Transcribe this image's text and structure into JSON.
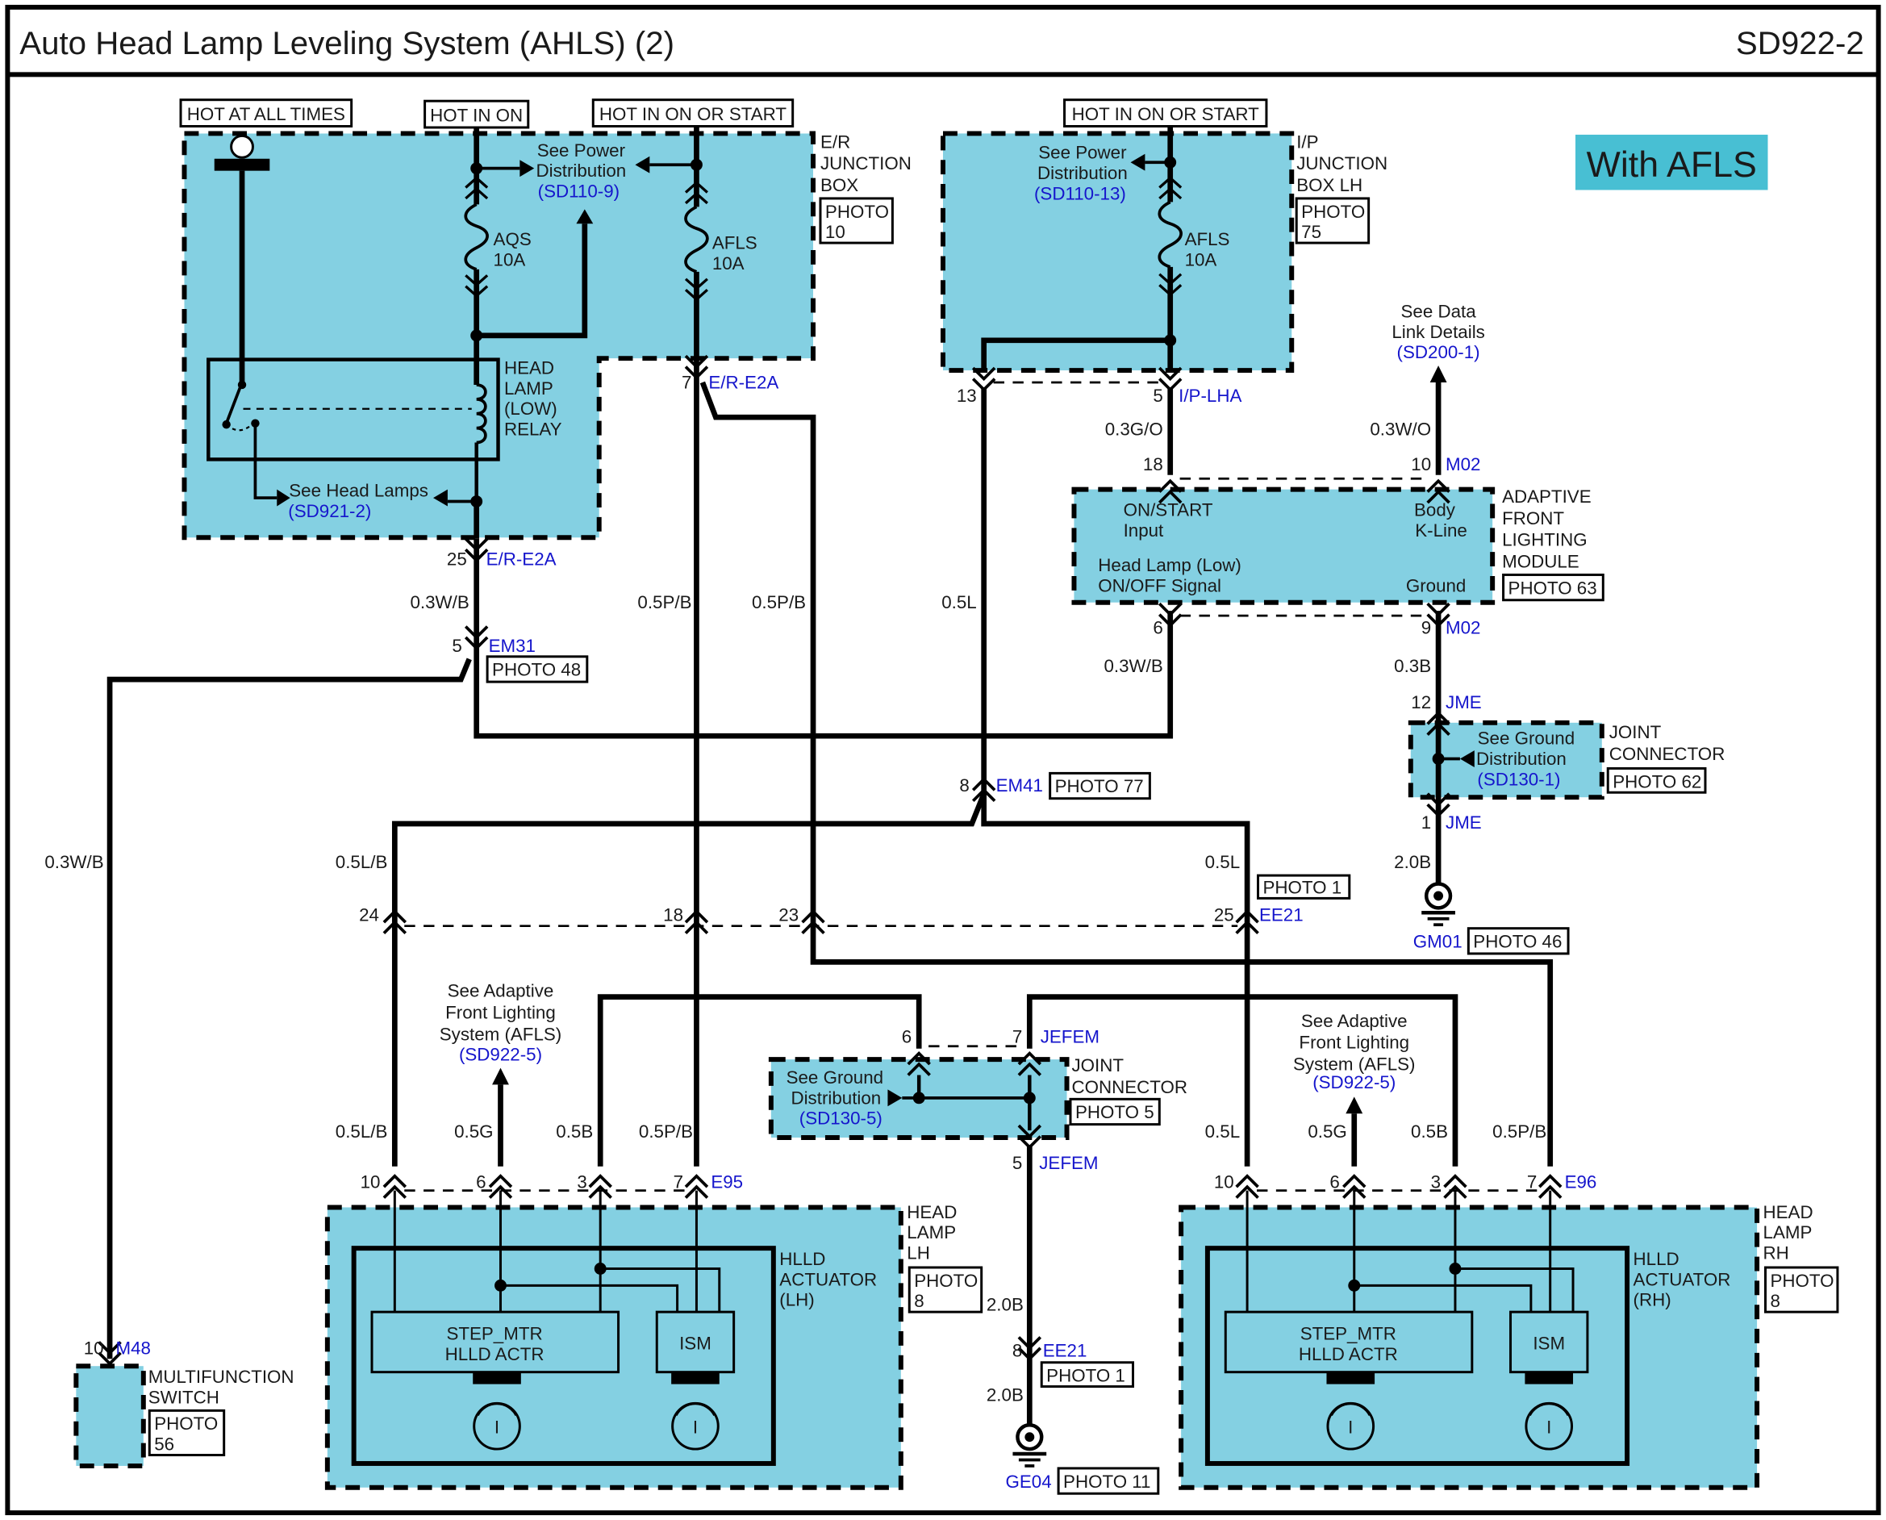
{
  "title": "Auto Head Lamp Leveling System (AHLS) (2)",
  "page_code": "SD922-2",
  "badge": {
    "text": "With AFLS",
    "color": "#48bfd3"
  },
  "colors": {
    "module_fill": "#84d0e2",
    "link_text": "#1515cc",
    "wire": "#000000"
  },
  "power_labels": {
    "hot_all_times": "HOT AT ALL TIMES",
    "hot_in_on": "HOT IN ON",
    "hot_on_start_er": "HOT IN ON OR START",
    "hot_on_start_ip": "HOT IN ON OR START"
  },
  "er_box": {
    "name": [
      "E/R",
      "JUNCTION",
      "BOX"
    ],
    "photo": [
      "PHOTO",
      "10"
    ],
    "fuse_aqs": [
      "AQS",
      "10A"
    ],
    "fuse_afls": [
      "AFLS",
      "10A"
    ],
    "power_dist": [
      "See Power",
      "Distribution"
    ],
    "power_dist_ref": "(SD110-9)",
    "relay": [
      "HEAD",
      "LAMP",
      "(LOW)",
      "RELAY"
    ],
    "head_lamps": "See Head Lamps",
    "head_lamps_ref": "(SD921-2)",
    "pin7": "7",
    "conn7": "E/R-E2A",
    "pin25": "25",
    "conn25": "E/R-E2A"
  },
  "ip_box": {
    "name": [
      "I/P",
      "JUNCTION",
      "BOX LH"
    ],
    "photo": [
      "PHOTO",
      "75"
    ],
    "fuse_afls": [
      "AFLS",
      "10A"
    ],
    "power_dist": [
      "See Power",
      "Distribution"
    ],
    "power_dist_ref": "(SD110-13)",
    "pin13": "13",
    "pin5": "5",
    "conn": "I/P-LHA"
  },
  "data_link": {
    "text": [
      "See Data",
      "Link Details"
    ],
    "ref": "(SD200-1)"
  },
  "afls_module": {
    "name": [
      "ADAPTIVE",
      "FRONT",
      "LIGHTING",
      "MODULE"
    ],
    "photo": "PHOTO 63",
    "on_start": [
      "ON/START",
      "Input"
    ],
    "body": [
      "Body",
      "K-Line"
    ],
    "head_lamp_signal": [
      "Head Lamp (Low)",
      "ON/OFF Signal"
    ],
    "ground": "Ground",
    "pin18": "18",
    "pin10": "10",
    "conn_top": "M02",
    "pin6": "6",
    "pin9": "9",
    "conn_bot": "M02"
  },
  "wires": {
    "w_03WB_a": "0.3W/B",
    "w_05PB_a": "0.5P/B",
    "w_05PB_b": "0.5P/B",
    "w_05L_a": "0.5L",
    "w_03GO": "0.3G/O",
    "w_03WO": "0.3W/O",
    "w_03WB_b": "0.3W/B",
    "w_03B": "0.3B",
    "w_03WB_c": "0.3W/B",
    "w_05LB_a": "0.5L/B",
    "w_05L_b": "0.5L",
    "w_20B_a": "2.0B",
    "lh_05LB": "0.5L/B",
    "lh_05G": "0.5G",
    "lh_05B": "0.5B",
    "lh_05PB": "0.5P/B",
    "rh_05L": "0.5L",
    "rh_05G": "0.5G",
    "rh_05B": "0.5B",
    "rh_05PB": "0.5P/B",
    "w_20B_b": "2.0B",
    "w_20B_c": "2.0B"
  },
  "em31": {
    "pin": "5",
    "conn": "EM31",
    "photo": "PHOTO 48"
  },
  "em41": {
    "pin": "8",
    "conn": "EM41",
    "photo": "PHOTO 77"
  },
  "ee21_top": {
    "pins": [
      "24",
      "18",
      "23",
      "25"
    ],
    "conn": "EE21",
    "photo": "PHOTO 1"
  },
  "jme": {
    "pin12": "12",
    "pin1": "1",
    "conn": "JME",
    "name": [
      "JOINT",
      "CONNECTOR"
    ],
    "photo": "PHOTO 62",
    "ground_dist": [
      "See Ground",
      "Distribution"
    ],
    "ref": "(SD130-1)"
  },
  "gm01": {
    "name": "GM01",
    "photo": "PHOTO 46"
  },
  "jefem": {
    "pin6": "6",
    "pin7": "7",
    "pin5": "5",
    "conn": "JEFEM",
    "name": [
      "JOINT",
      "CONNECTOR"
    ],
    "photo": "PHOTO 5",
    "ground_dist": [
      "See Ground",
      "Distribution"
    ],
    "ref": "(SD130-5)"
  },
  "afls_ref_lh": {
    "text": [
      "See Adaptive",
      "Front Lighting",
      "System (AFLS)"
    ],
    "ref": "(SD922-5)"
  },
  "afls_ref_rh": {
    "text": [
      "See Adaptive",
      "Front Lighting",
      "System (AFLS)"
    ],
    "ref": "(SD922-5)"
  },
  "lamp_lh": {
    "pins": [
      "10",
      "6",
      "3",
      "7"
    ],
    "conn": "E95",
    "name": [
      "HEAD",
      "LAMP",
      "LH"
    ],
    "photo": [
      "PHOTO",
      "8"
    ],
    "actuator": [
      "HLLD",
      "ACTUATOR",
      "(LH)"
    ],
    "step": [
      "STEP_MTR",
      "HLLD ACTR"
    ],
    "ism": "ISM",
    "motor": "I"
  },
  "lamp_rh": {
    "pins": [
      "10",
      "6",
      "3",
      "7"
    ],
    "conn": "E96",
    "name": [
      "HEAD",
      "LAMP",
      "RH"
    ],
    "photo": [
      "PHOTO",
      "8"
    ],
    "actuator": [
      "HLLD",
      "ACTUATOR",
      "(RH)"
    ],
    "step": [
      "STEP_MTR",
      "HLLD ACTR"
    ],
    "ism": "ISM",
    "motor": "I"
  },
  "ee21_bot": {
    "pin": "8",
    "conn": "EE21",
    "photo": "PHOTO 1"
  },
  "ge04": {
    "name": "GE04",
    "photo": "PHOTO 11"
  },
  "multifunction": {
    "pin": "10",
    "conn": "M48",
    "name": [
      "MULTIFUNCTION",
      "SWITCH"
    ],
    "photo": [
      "PHOTO",
      "56"
    ]
  }
}
